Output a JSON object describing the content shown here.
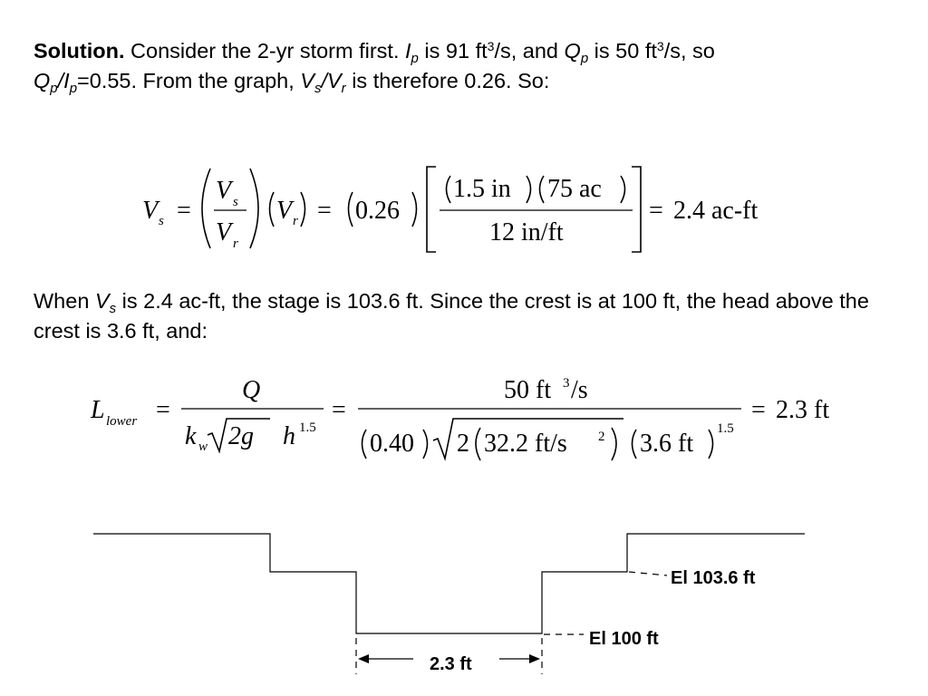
{
  "paragraph1": {
    "solution_label": "Solution.",
    "t1": " Consider the 2-yr storm first. ",
    "ip_main": "I",
    "ip_sub": "p",
    "t2": " is 91 ft",
    "exp3": "3",
    "t3": "/s, and ",
    "qp_main": "Q",
    "qp_sub": "p",
    "t4": " is 50 ft",
    "t5": "/s, so ",
    "q_main": "Q",
    "q_sub": "p",
    "slash": "/",
    "i_main": "I",
    "i_sub": "p",
    "t6": "=0.55. From the graph, ",
    "vs_main": "V",
    "vs_sub": "s",
    "vr_main": "V",
    "vr_sub": "r",
    "t7": " is therefore 0.26. So:"
  },
  "equation1": {
    "lhs_var": "V",
    "lhs_sub": "s",
    "eq": "=",
    "num_var": "V",
    "num_sub": "s",
    "den_var": "V",
    "den_sub": "r",
    "paren_var": "V",
    "paren_sub": "r",
    "coef": "0.26",
    "top_a": "1.5 in",
    "top_b": "75 ac",
    "bottom": "12 in/ft",
    "result": "2.4 ac-ft"
  },
  "paragraph2": {
    "t1": "When ",
    "vs_main": "V",
    "vs_sub": "s",
    "t2": " is 2.4 ac-ft, the stage is 103.6 ft. Since the crest is at 100 ft, the head above the crest is 3.6 ft, and:"
  },
  "equation2": {
    "lhs_var": "L",
    "lhs_sub": "lower",
    "eq": "=",
    "num1": "Q",
    "k": "k",
    "k_sub": "w",
    "sqrt_val": "2g",
    "h": "h",
    "h_exp": "1.5",
    "num2_a": "50 ft",
    "num2_exp": "3",
    "num2_b": "/s",
    "den_coef": "0.40",
    "den_two": "2",
    "den_g": "32.2 ft/s",
    "den_g_exp": "2",
    "den_h": "3.6 ft",
    "den_h_exp": "1.5",
    "result": "2.3 ft"
  },
  "diagram": {
    "stage_label": "El 103.6 ft",
    "crest_label": "El 100 ft",
    "width_label": "2.3 ft"
  }
}
